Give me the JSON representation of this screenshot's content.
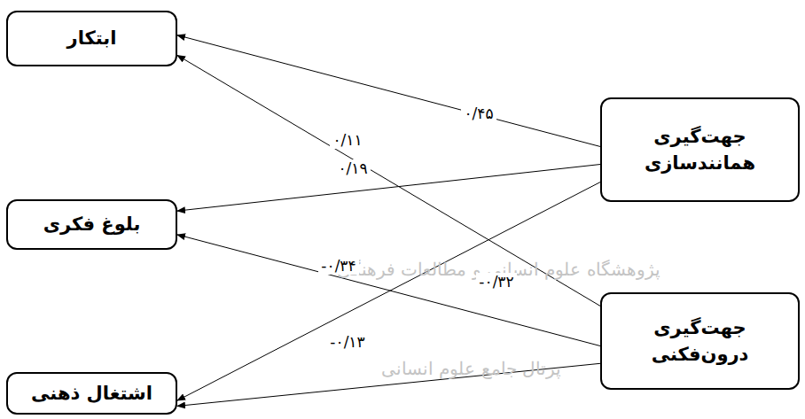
{
  "diagram": {
    "nodes": [
      {
        "text": [
          "ابتکار"
        ]
      },
      {
        "text": [
          "جهت‌گیری همانندسازی"
        ]
      },
      {
        "text": [
          "بلوغ فکری"
        ]
      },
      {
        "text": [
          "جهت‌گیری درون‌فکنی"
        ]
      },
      {
        "text": [
          "اشتغال ذهنی"
        ]
      }
    ],
    "edges": [
      {
        "from": 1,
        "to": 0,
        "arrow": "to",
        "label": "٠/۴۵"
      },
      {
        "from": 1,
        "to": 2,
        "arrow": "to",
        "label": "٠/١١"
      },
      {
        "from": 1,
        "to": 4,
        "arrow": "to",
        "label": "٠/١٩"
      },
      {
        "from": 3,
        "to": 0,
        "arrow": "to",
        "label": "-٠/٣٢"
      },
      {
        "from": 3,
        "to": 2,
        "arrow": "to",
        "label": "-٠/٣۴"
      },
      {
        "from": 3,
        "to": 4,
        "arrow": "to",
        "label": "-٠/١٣"
      }
    ],
    "labels": [
      "پژوهشگاه علوم انسانی و مطالعات فرهنگی",
      "پرتال جامع علوم انسانی"
    ]
  }
}
